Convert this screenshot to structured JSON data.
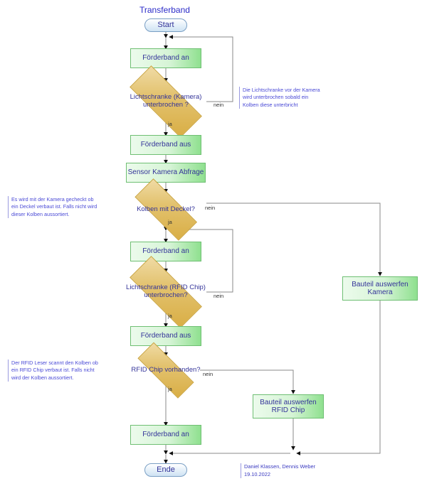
{
  "diagram": {
    "title": "Transferband",
    "signature_line1": "Daniel Klassen, Dennis Weber",
    "signature_line2": "19.10.2022",
    "colors": {
      "terminator_fill": "#cfe3f3",
      "terminator_border": "#7a9fc4",
      "process_fill": "#8fe08f",
      "process_border": "#6fbf73",
      "decision_fill": "#d9ae45",
      "decision_border": "#c9a23c",
      "text": "#333399",
      "note_text": "#4a4ad6",
      "connector": "#808080"
    }
  },
  "nodes": {
    "start": "Start",
    "conveyor_on_1": "Förderband an",
    "lightbarrier_camera": "Lichtschranke (Kamera) unterbrochen ?",
    "conveyor_off_1": "Förderband aus",
    "sensor_camera_query": "Sensor Kamera Abfrage",
    "piston_with_lid": "Kolben mit Deckel?",
    "conveyor_on_2": "Förderband an",
    "lightbarrier_rfid": "Lichtschranke (RFID Chip) unterbrochen?",
    "conveyor_off_2": "Förderband aus",
    "rfid_chip_present": "RFID Chip vorhanden?",
    "eject_camera": "Bauteil auswerfen Kamera",
    "eject_rfid": "Bauteil auswerfen RFID Chip",
    "conveyor_on_3": "Förderband an",
    "end": "Ende"
  },
  "edge_labels": {
    "nein_1": "nein",
    "ja_1": "ja",
    "nein_2": "nein",
    "ja_2": "ja",
    "nein_3": "nein",
    "ja_3": "ja",
    "nein_4": "nein",
    "ja_4": "ja"
  },
  "notes": {
    "camera_note": "Die Lichtschranke vor der Kamera wird unterbrochen sobald ein Kolben diese unterbricht",
    "lid_note": "Es wird mit der Kamera gecheckt ob ein Deckel verbaut ist. Falls nicht wird dieser Kolben aussortiert.",
    "rfid_note": "Der RFID Leser scannt den Kolben ob ein RFID Chip verbaut ist. Falls nicht wird der Kolben aussortiert."
  }
}
